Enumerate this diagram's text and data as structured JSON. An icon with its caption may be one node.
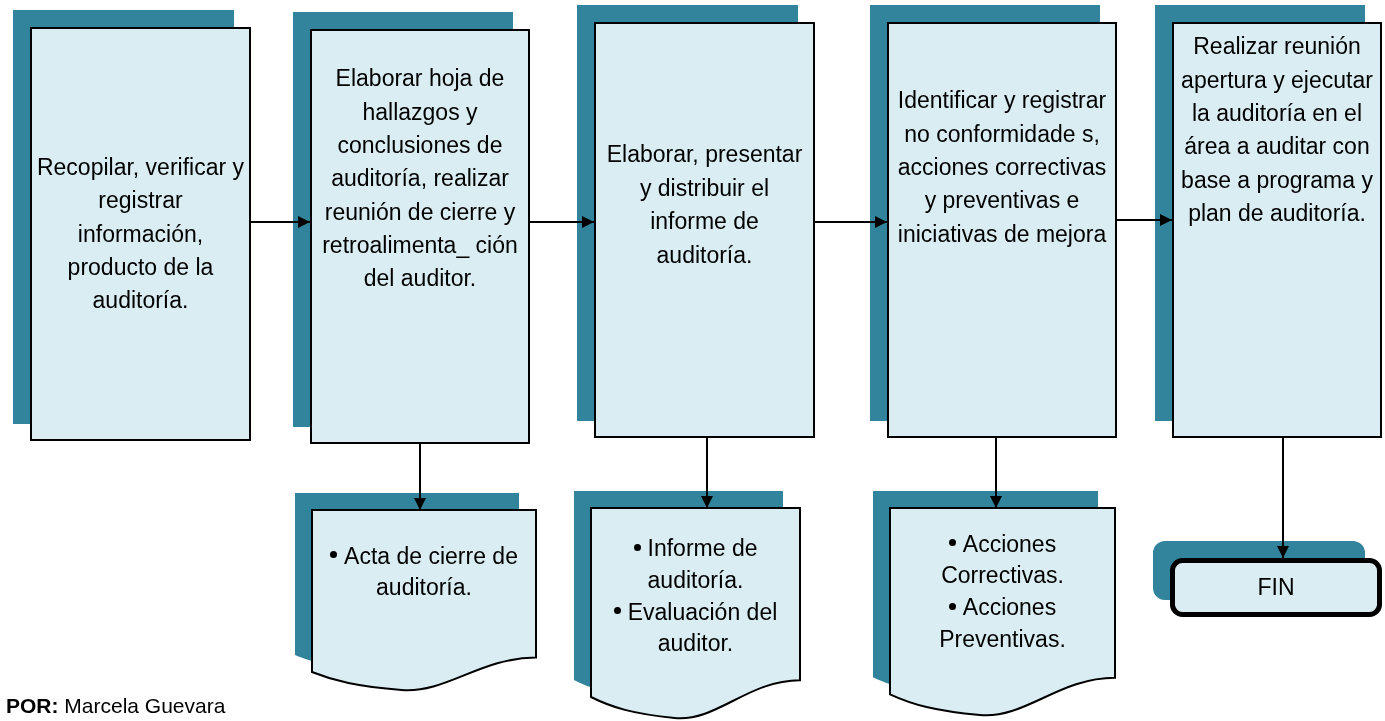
{
  "diagram": {
    "nodes": [
      {
        "text": [
          "Recopilar, verificar y registrar información, producto de la auditoría."
        ]
      },
      {
        "text": [
          "Elaborar  hoja de hallazgos y conclusiones de auditoría, realizar reunión de cierre y retroalimenta_ ción del auditor."
        ]
      },
      {
        "text": [
          "Elaborar, presentar y distribuir el informe de auditoría."
        ]
      },
      {
        "text": [
          "Identificar y registrar no conformidade s, acciones correctivas y preventivas e iniciativas de mejora"
        ]
      },
      {
        "text": [
          "Realizar reunión apertura y ejecutar la auditoría  en el área a auditar con base a programa y plan de auditoría."
        ]
      },
      {
        "text": [
          "Acta de cierre de auditoría."
        ]
      },
      {
        "text": [
          "Informe de auditoría.",
          "Evaluación del auditor."
        ]
      },
      {
        "text": [
          "Acciones Correctivas.",
          "Acciones Preventivas."
        ]
      },
      {
        "text": [
          "FIN"
        ]
      }
    ],
    "edges": [
      {
        "from": 0,
        "to": 1,
        "arrow": "to"
      },
      {
        "from": 1,
        "to": 2,
        "arrow": "to"
      },
      {
        "from": 2,
        "to": 3,
        "arrow": "to"
      },
      {
        "from": 3,
        "to": 4,
        "arrow": "to"
      },
      {
        "from": 1,
        "to": 5,
        "arrow": "to"
      },
      {
        "from": 2,
        "to": 6,
        "arrow": "to"
      },
      {
        "from": 3,
        "to": 7,
        "arrow": "to"
      },
      {
        "from": 4,
        "to": 8,
        "arrow": "to"
      }
    ],
    "labels": [
      "**POR:** Marcela Guevara"
    ]
  }
}
